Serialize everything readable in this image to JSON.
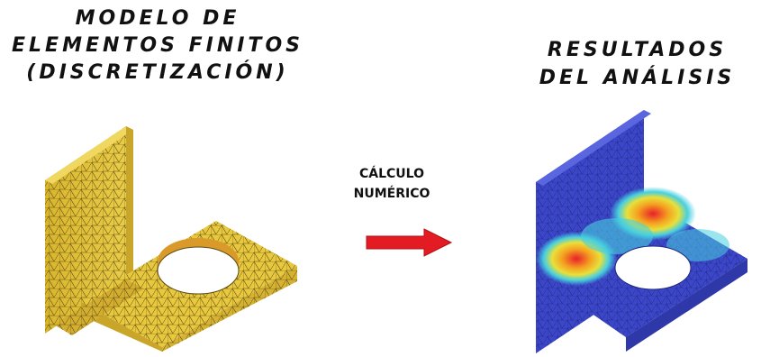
{
  "left_title": {
    "line1": "MODELO DE",
    "line2": "ELEMENTOS FINITOS",
    "line3": "(DISCRETIZACIÓN)"
  },
  "right_title": {
    "line1": "RESULTADOS",
    "line2": "DEL ANÁLISIS"
  },
  "arrow": {
    "line1": "CÁLCULO",
    "line2": "NUMÉRICO",
    "color": "#e31c24"
  },
  "colors": {
    "mesh_fill": "#e3c43a",
    "mesh_line": "#5a4a10",
    "stress_low": "#3b47c8",
    "stress_high": "#e8202a"
  }
}
